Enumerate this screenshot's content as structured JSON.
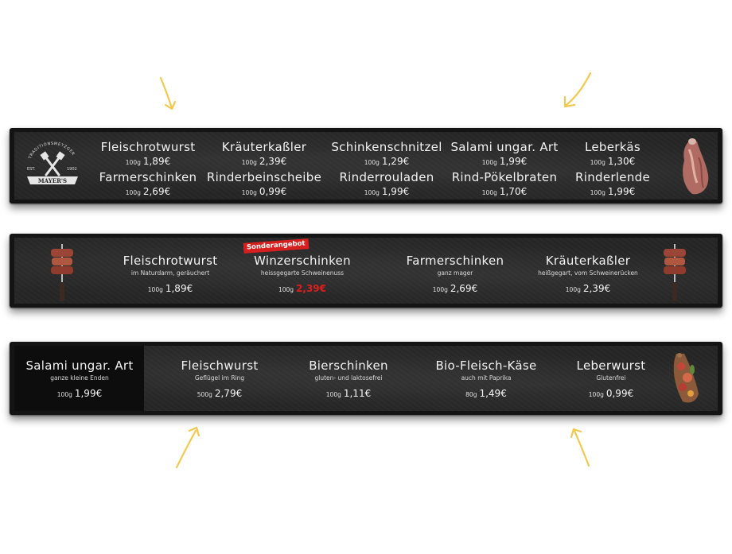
{
  "colors": {
    "board": "#141414",
    "screen": "#262626",
    "text": "#f2f2f2",
    "sale": "#e21c1c",
    "arrow": "#f2c94c"
  },
  "logo": {
    "arc_text": "TRADITIONSMETZGER",
    "est": "EST.",
    "year": "1902",
    "brand": "MAYER'S"
  },
  "boards": [
    {
      "items": [
        {
          "name": "Fleischrotwurst",
          "unit": "100g",
          "price": "1,89€"
        },
        {
          "name": "Kräuterkaßler",
          "unit": "100g",
          "price": "2,39€"
        },
        {
          "name": "Schinkenschnitzel",
          "unit": "100g",
          "price": "1,29€"
        },
        {
          "name": "Salami ungar. Art",
          "unit": "100g",
          "price": "1,99€"
        },
        {
          "name": "Leberkäs",
          "unit": "100g",
          "price": "1,30€"
        },
        {
          "name": "Farmerschinken",
          "unit": "100g",
          "price": "2,69€"
        },
        {
          "name": "Rinderbeinscheibe",
          "unit": "100g",
          "price": "0,99€"
        },
        {
          "name": "Rinderrouladen",
          "unit": "100g",
          "price": "1,99€"
        },
        {
          "name": "Rind-Pökelbraten",
          "unit": "100g",
          "price": "1,70€"
        },
        {
          "name": "Rinderlende",
          "unit": "100g",
          "price": "1,99€"
        }
      ],
      "icons": [
        "butcher-logo-icon",
        "ham-leg-icon"
      ]
    },
    {
      "badge": "Sonderangebot",
      "items": [
        {
          "name": "Fleischrotwurst",
          "sub": "im Naturdarm, geräuchert",
          "unit": "100g",
          "price": "1,89€"
        },
        {
          "name": "Winzerschinken",
          "sub": "heissgegarte Schweinenuss",
          "unit": "100g",
          "price": "2,39€",
          "sale": true
        },
        {
          "name": "Farmerschinken",
          "sub": "ganz mager",
          "unit": "100g",
          "price": "2,69€"
        },
        {
          "name": "Kräuterkaßler",
          "sub": "heißgegart, vom Schweinerücken",
          "unit": "100g",
          "price": "2,39€"
        }
      ],
      "icons": [
        "meat-skewer-icon",
        "meat-skewer-icon"
      ]
    },
    {
      "items": [
        {
          "name": "Salami ungar. Art",
          "sub": "ganze kleine Enden",
          "unit": "100g",
          "price": "1,99€"
        },
        {
          "name": "Fleischwurst",
          "sub": "Geflügel im Ring",
          "unit": "500g",
          "price": "2,79€"
        },
        {
          "name": "Bierschinken",
          "sub": "gluten- und laktosefrei",
          "unit": "100g",
          "price": "1,11€"
        },
        {
          "name": "Bio-Fleisch-Käse",
          "sub": "auch mit Paprika",
          "unit": "80g",
          "price": "1,49€"
        },
        {
          "name": "Leberwurst",
          "sub": "Glutenfrei",
          "unit": "100g",
          "price": "0,99€"
        }
      ],
      "icons": [
        "sausage-board-icon"
      ]
    }
  ]
}
